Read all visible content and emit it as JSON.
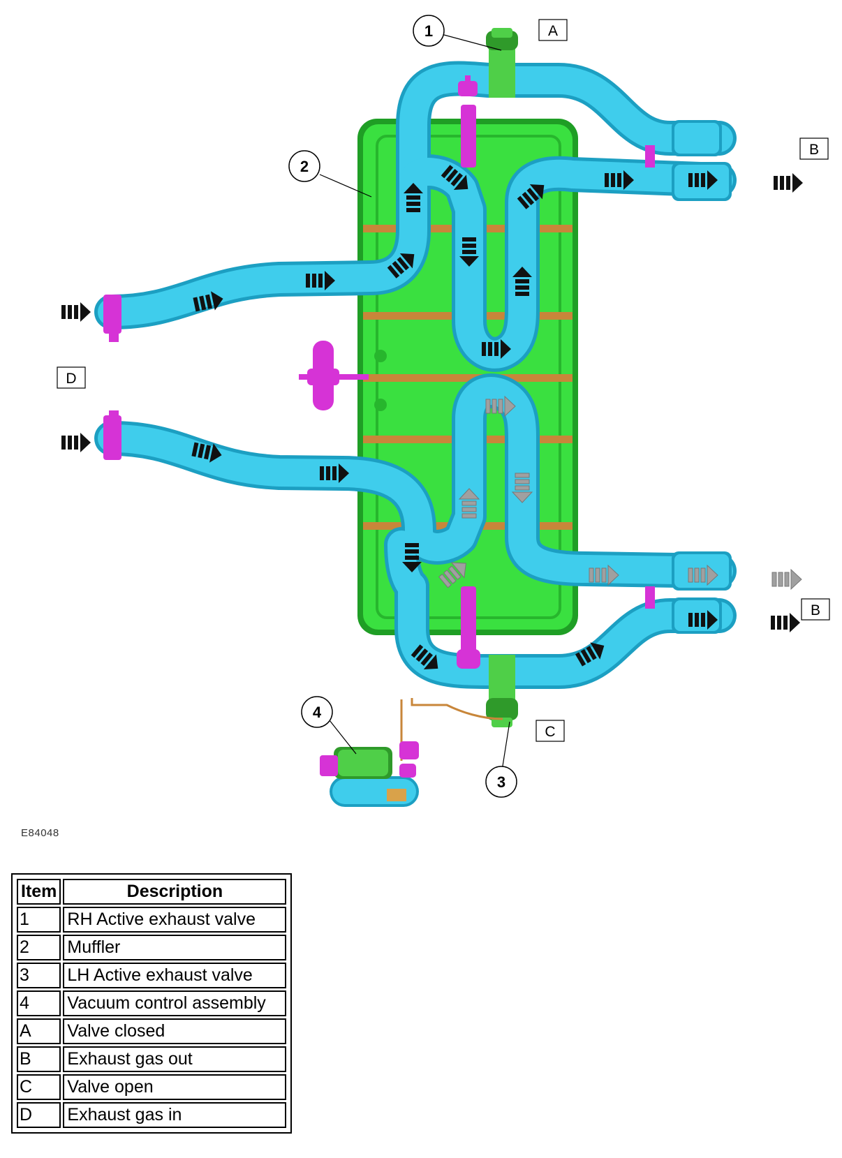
{
  "diagram": {
    "callouts": [
      "1",
      "2",
      "3",
      "4"
    ],
    "letter_labels": {
      "valve_closed": "A",
      "gas_out_top": "B",
      "gas_out_bottom": "B",
      "valve_open": "C",
      "gas_in": "D"
    },
    "figure_id": "E84048",
    "colors": {
      "pipe": "#3fcdec",
      "pipe_dark": "#1c9fc2",
      "muffler": "#33e23a",
      "muffler_edge": "#1e9e24",
      "strap": "#c8863a",
      "actuator": "#d633d6",
      "valve_green": "#4fcf48",
      "arrow_dark": "#111111",
      "arrow_grey": "#9a9a9a"
    }
  },
  "legend": {
    "header_item": "Item",
    "header_description": "Description",
    "rows": [
      {
        "item": "1",
        "description": "RH Active exhaust valve"
      },
      {
        "item": "2",
        "description": "Muffler"
      },
      {
        "item": "3",
        "description": "LH Active exhaust valve"
      },
      {
        "item": "4",
        "description": "Vacuum control assembly"
      },
      {
        "item": "A",
        "description": "Valve closed"
      },
      {
        "item": "B",
        "description": "Exhaust gas out"
      },
      {
        "item": "C",
        "description": "Valve open"
      },
      {
        "item": "D",
        "description": "Exhaust gas in"
      }
    ]
  }
}
